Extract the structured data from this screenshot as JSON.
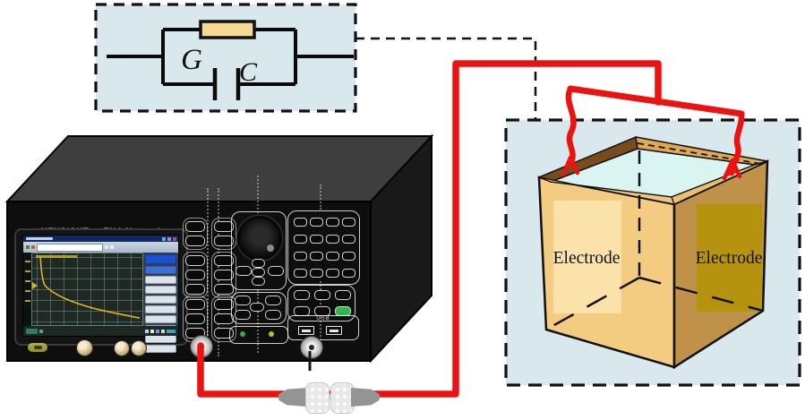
{
  "circuit": {
    "conductance_label": "G",
    "capacitance_label": "C"
  },
  "analyzer": {
    "brand_line": "KEYSIGHT     ENA Network",
    "model_line": "Analyzer    E5061B    5Hz-3GHz",
    "usb_label": "USB"
  },
  "tank": {
    "electrode_left_label": "Electrode",
    "electrode_right_label": "Electrode"
  },
  "colors": {
    "cable_red": "#ec1212",
    "dashed_box_fill": "#d9e8ec",
    "resistor_fill": "#f5d994",
    "cube_left_face": "#f3cc81",
    "cube_right_face": "#bf9149",
    "water_surface": "#d9f4f1",
    "electrode_left_fill": "#fae2aa",
    "electrode_right_fill": "#b6930e",
    "green_key": "#2db84a",
    "screen_trace": "#d9b422"
  }
}
